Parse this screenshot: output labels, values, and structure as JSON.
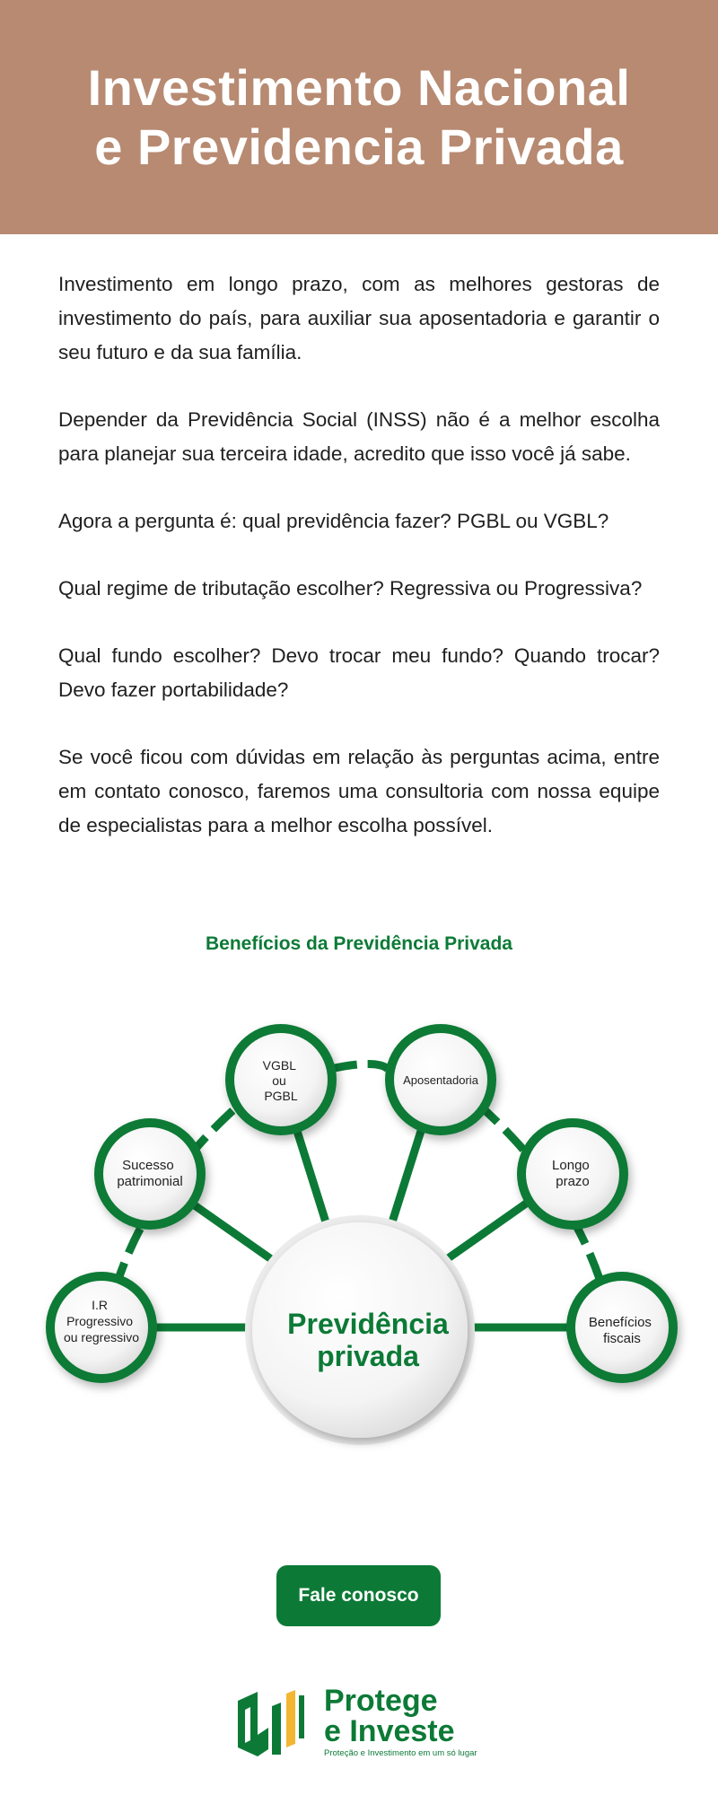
{
  "header": {
    "title_line1": "Investimento Nacional",
    "title_line2": "e Previdencia Privada"
  },
  "intro": {
    "paragraphs": [
      "Investimento em longo prazo, com as melhores gestoras de investimento do país, para auxiliar sua aposentadoria e garantir o seu futuro e da sua família.",
      "Depender da Previdência Social (INSS) não é a melhor escolha para planejar sua terceira idade, acredito que isso você já sabe.",
      "Agora a pergunta é: qual previdência fazer? PGBL ou VGBL?",
      "Qual regime de tributação escolher? Regressiva ou Progressiva?",
      "Qual fundo escolher? Devo trocar meu fundo? Quando trocar? Devo fazer portabilidade?",
      "Se você ficou com dúvidas em relação às perguntas acima, entre em contato conosco, faremos uma consultoria com nossa equipe de especialistas para a melhor escolha possível."
    ]
  },
  "benefits": {
    "title": "Benefícios da Previdência Privada",
    "center_line1": "Previdência",
    "center_line2": "privada",
    "nodes": [
      {
        "lines": [
          "I.R",
          "Progressivo",
          "ou regressivo"
        ]
      },
      {
        "lines": [
          "Sucesso",
          "patrimonial"
        ]
      },
      {
        "lines": [
          "VGBL",
          "ou",
          "PGBL"
        ]
      },
      {
        "lines": [
          "Aposentadoria"
        ]
      },
      {
        "lines": [
          "Longo",
          "prazo"
        ]
      },
      {
        "lines": [
          "Benefícios",
          "fiscais"
        ]
      }
    ]
  },
  "cta": {
    "label": "Fale conosco"
  },
  "logo": {
    "name_line1": "Protege",
    "name_line2": "e Investe",
    "tagline": "Proteção e Investimento em um só lugar"
  },
  "colors": {
    "header_bg": "#b78a71",
    "brand_green": "#0c7a36",
    "accent_yellow": "#f2b632"
  }
}
